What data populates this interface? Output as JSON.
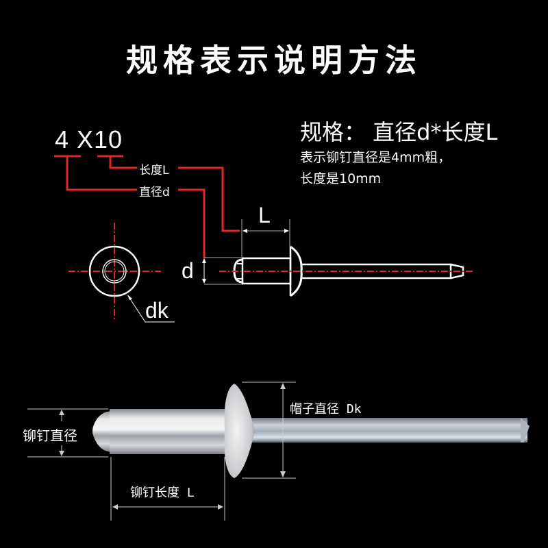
{
  "title": "规格表示说明方法",
  "spec_code": "4 X10",
  "callouts": {
    "length": "长度L",
    "diameter": "直径d"
  },
  "spec_heading": "规格：  直径d*长度L",
  "spec_description": [
    "表示铆钉直径是4mm粗，",
    "长度是10mm"
  ],
  "drawing_labels": {
    "length": "L",
    "diameter": "d",
    "head_diameter": "dk"
  },
  "photo_labels": {
    "rivet_diameter": "铆钉直径",
    "rivet_length": "铆钉长度 L",
    "head_diameter": "帽子直径 Dk"
  },
  "colors": {
    "background": "#000000",
    "accent_red": "#e0262b",
    "line": "#ffffff",
    "dim_line": "#bbbbbb"
  }
}
